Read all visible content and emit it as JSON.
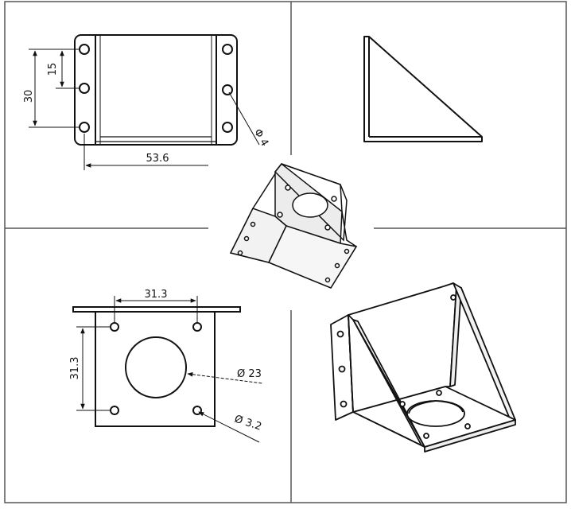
{
  "dimensions": {
    "base_height": "30",
    "base_hole_pitch": "15",
    "base_width": "53.6",
    "base_hole_diameter": "Φ 4",
    "motor_hole_spacing_horizontal": "31.3",
    "motor_hole_spacing_vertical": "31.3",
    "motor_bore_diameter": "Ø 23",
    "motor_hole_diameter": "Ø 3.2"
  }
}
